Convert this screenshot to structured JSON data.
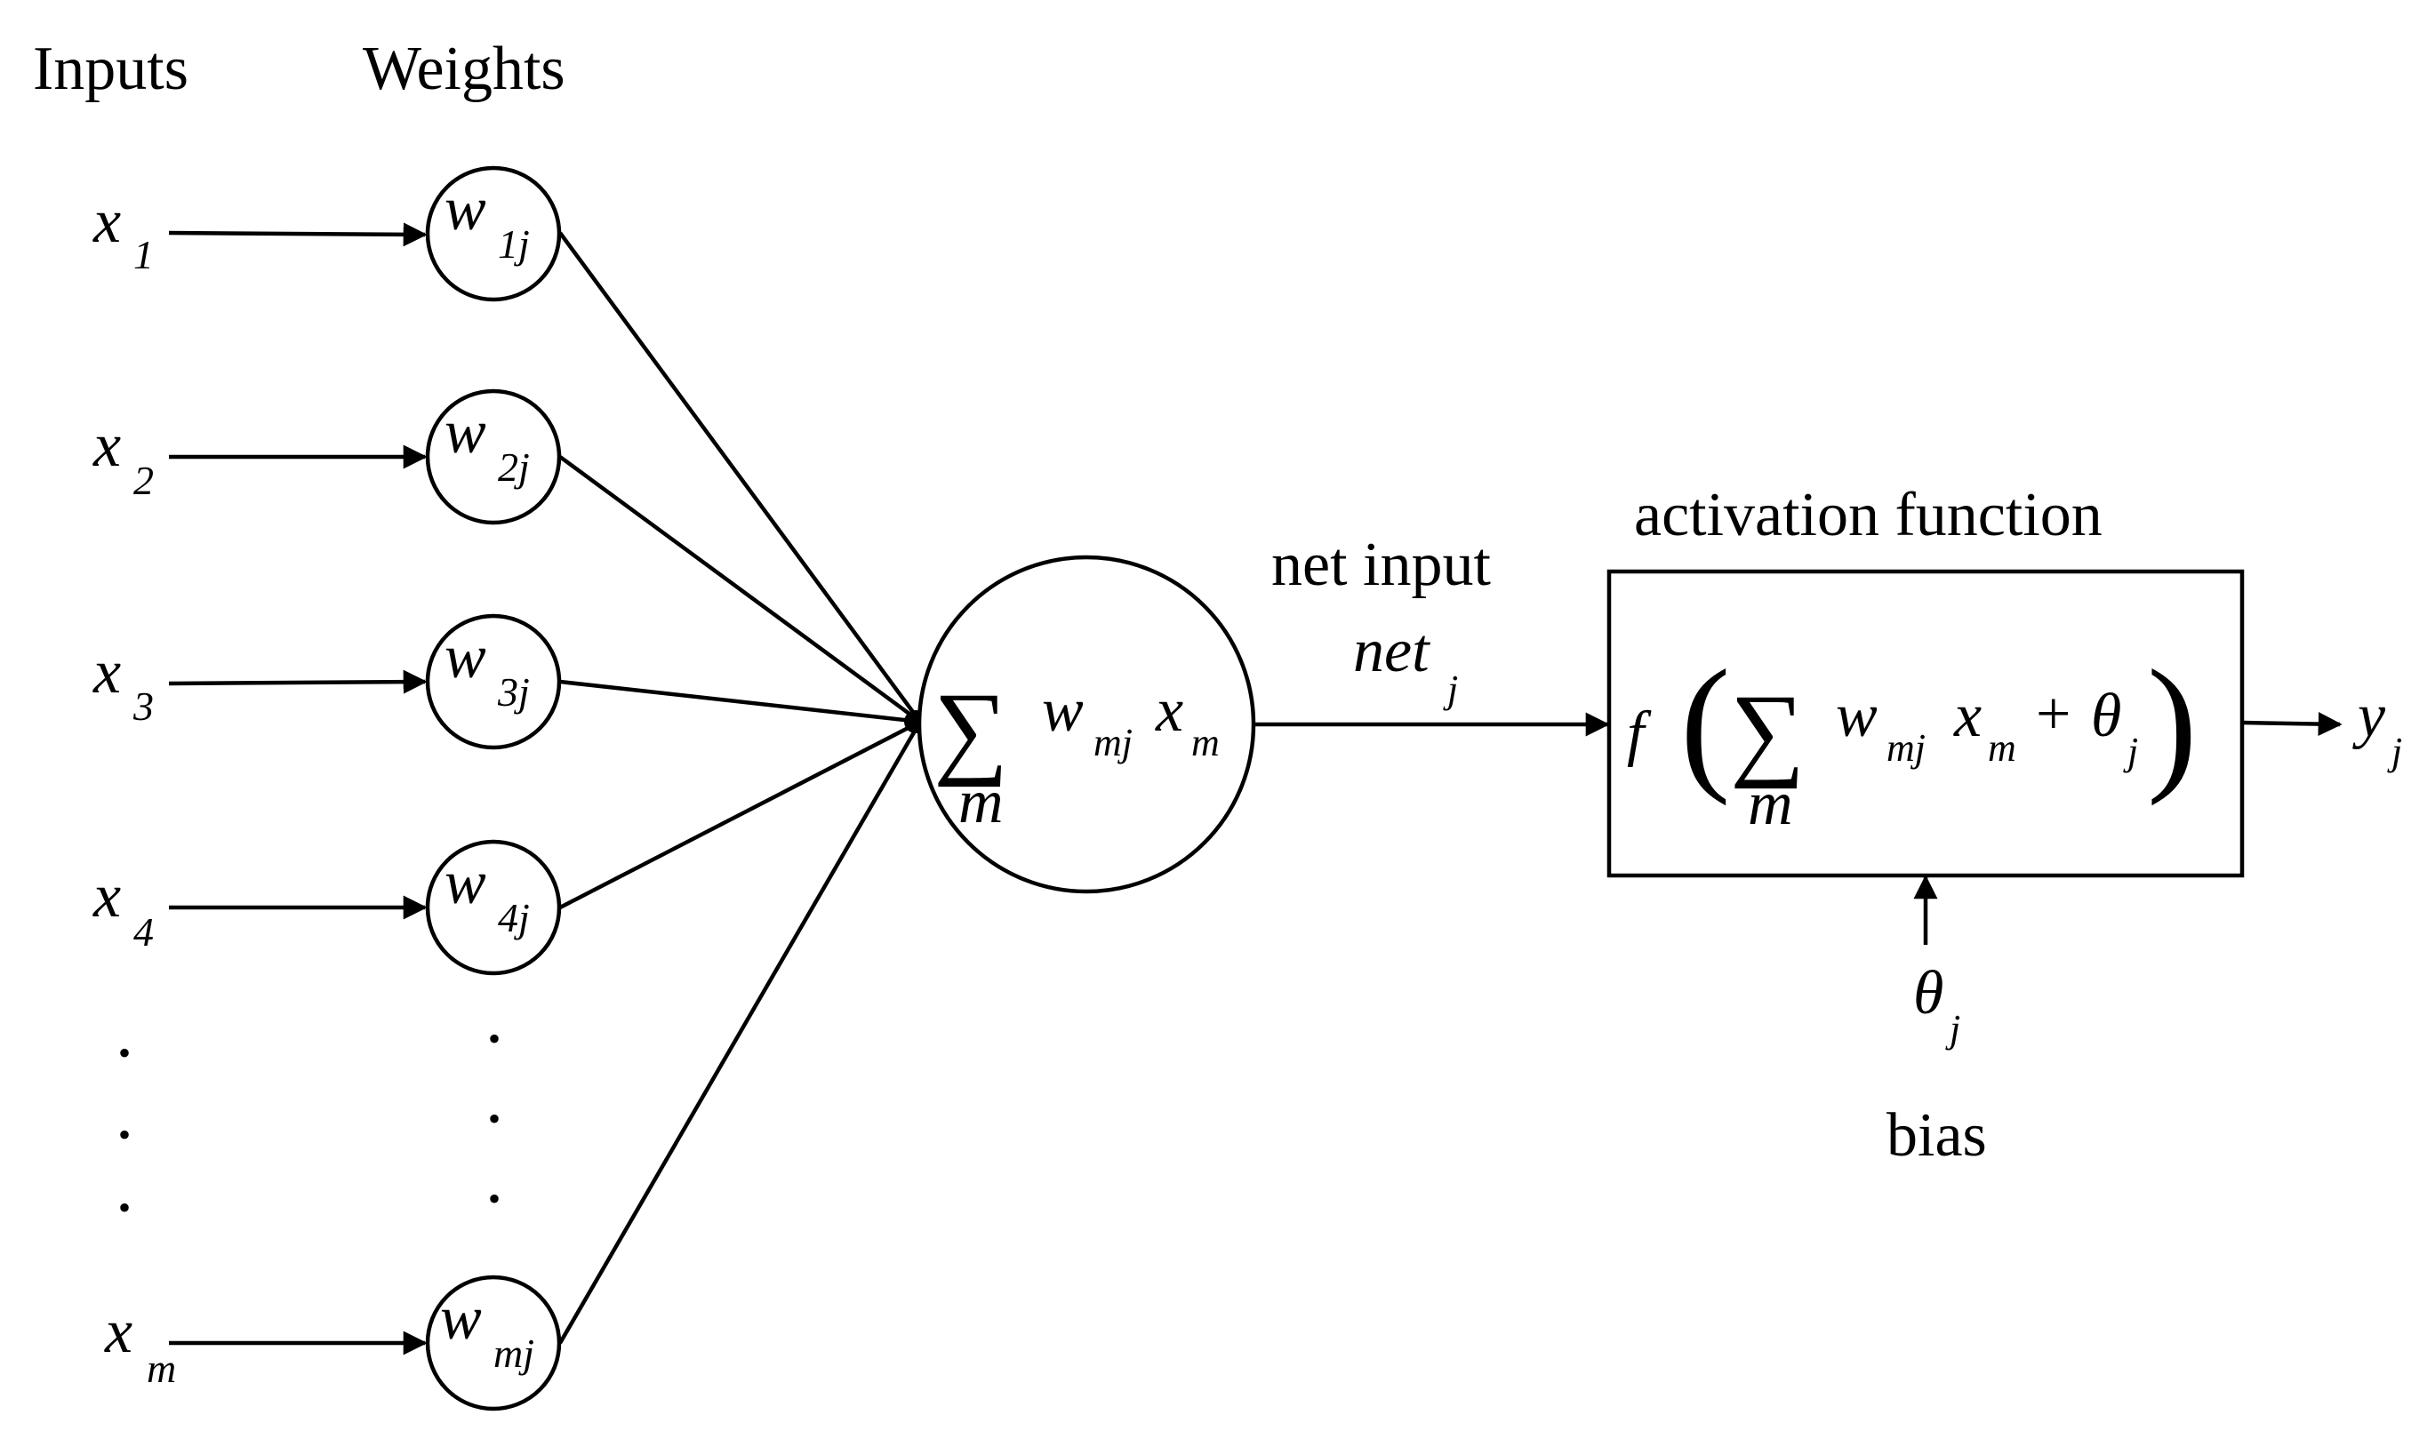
{
  "headers": {
    "inputs": "Inputs",
    "weights": "Weights"
  },
  "inputs": [
    {
      "base": "x",
      "sub": "1"
    },
    {
      "base": "x",
      "sub": "2"
    },
    {
      "base": "x",
      "sub": "3"
    },
    {
      "base": "x",
      "sub": "4"
    },
    {
      "base": "x",
      "sub": "m"
    }
  ],
  "weights": [
    {
      "base": "w",
      "sub": "1j"
    },
    {
      "base": "w",
      "sub": "2j"
    },
    {
      "base": "w",
      "sub": "3j"
    },
    {
      "base": "w",
      "sub": "4j"
    },
    {
      "base": "w",
      "sub": "mj"
    }
  ],
  "ellipsis_dot": "•",
  "sum_node": {
    "sigma": "∑",
    "index": "m",
    "w": "w",
    "w_sub": "mj",
    "x": "x",
    "x_sub": "m"
  },
  "net_input": {
    "label": "net input",
    "symbol": "net",
    "symbol_sub": "j"
  },
  "activation": {
    "title": "activation function",
    "f": "f",
    "open_paren": "(",
    "sigma": "∑",
    "index": "m",
    "w": "w",
    "w_sub": "mj",
    "x": "x",
    "x_sub": "m",
    "plus": "+",
    "theta": "θ",
    "theta_sub": "j",
    "close_paren": ")"
  },
  "bias": {
    "symbol": "θ",
    "symbol_sub": "j",
    "label": "bias"
  },
  "output": {
    "base": "y",
    "sub": "j"
  }
}
